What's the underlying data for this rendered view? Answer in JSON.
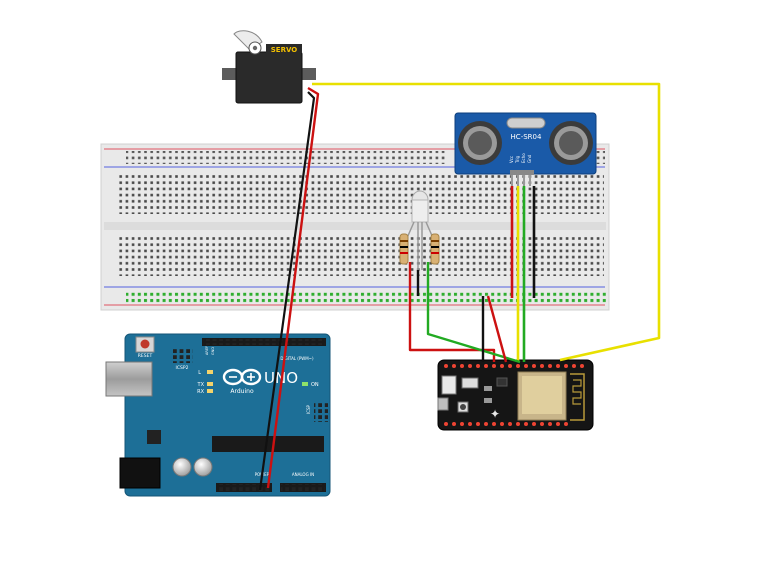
{
  "servo": {
    "label": "SERVO"
  },
  "sensor": {
    "label": "HC-SR04",
    "pins": [
      "Vcc",
      "Trig",
      "Echo",
      "Gnd"
    ]
  },
  "arduino": {
    "logo": "UNO",
    "brand": "Arduino",
    "reset": "RESET",
    "icsp2": "ICSP2",
    "icsp": "ICSP",
    "digital": "DIGITAL (PWM~)",
    "on": "ON",
    "l": "L",
    "tx": "TX",
    "rx": "RX",
    "power": "POWER",
    "analog": "ANALOG IN",
    "aref": "AREF",
    "gnd": "GND"
  },
  "colors": {
    "wire_red": "#cc1111",
    "wire_black": "#111111",
    "wire_green": "#22aa22",
    "wire_yellow": "#e8e000",
    "arduino_blue": "#1d6f97",
    "sensor_blue": "#1a5aa8",
    "feather_black": "#151515",
    "breadboard": "#e9e9e9"
  }
}
